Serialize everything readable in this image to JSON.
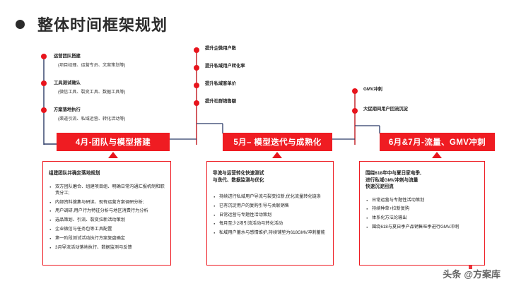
{
  "page": {
    "title": "整体时间框架规划",
    "bullet_icon": "bullet-dot-icon",
    "accent_red": "#ef1c22",
    "line_navy": "#2b3a67",
    "line_red": "#c0181e"
  },
  "timeline": {
    "april_milestones": [
      {
        "head": "运营团队搭建",
        "sub": "(项目经理、运营专员、文案策划等)"
      },
      {
        "head": "工具测试确认",
        "sub": "(微信工具、裂变工具、数据工具等)"
      },
      {
        "head": "方案落地执行",
        "sub": "(渠道引流、私域运营、转化活动等)"
      }
    ],
    "may_milestones": [
      "提升企微用户数",
      "提升私域用户转化率",
      "提升私域客单价",
      "提升社群销售额"
    ],
    "june_milestones": [
      "GMV冲刺",
      "大促期间用户回流沉淀"
    ]
  },
  "phases": [
    {
      "bar_label": "4月-团队与模型搭建",
      "detail_title": "组建团队并确定落地规划",
      "bullets": [
        "双方团队磨合、组建项目组、明确日常沟通汇报机制和职责分工;",
        "内部资料搜集与研读、现有运营方案调研分析;",
        "用户调研,用户行为特征分析与地区消费行为分析",
        "选品策划、引流、裂变拉新活动策划",
        "企业微信与任务包等工具配置",
        "第一阶段测试活动执行方案复盘确定",
        "3月导流活动落地执行、数据监测与反馈"
      ]
    },
    {
      "bar_label": "5月– 模型迭代与成熟化",
      "detail_title": "导流与运营转化快速测试\n与迭代、数据监测与优化",
      "bullets": [
        "持续进行私域用户导流与裂变拉新,优化流量转化链条",
        "已有沉淀用户的复购引导与关联销售",
        "日常运营与专题性活动策划",
        "每月至少2场引流活动与转化活动",
        "私域用户蓄水与感情维护,持续铺垫为618GMV冲刺蓄能"
      ]
    },
    {
      "bar_label": "6月&7月-流量、GMV冲刺",
      "detail_title": "围绕618年中与夏日家电季,\n进行私域GMV冲刺与流量\n快速沉淀回流",
      "bullets": [
        "日常运营与专题性活动策划",
        "持续种草+拉新复购",
        "体系化方法论输出",
        "围绕618与夏日季产品销售旺季进行GMV冲刺"
      ]
    }
  ],
  "watermark": {
    "prefix": "头条",
    "handle": "@方案库"
  }
}
